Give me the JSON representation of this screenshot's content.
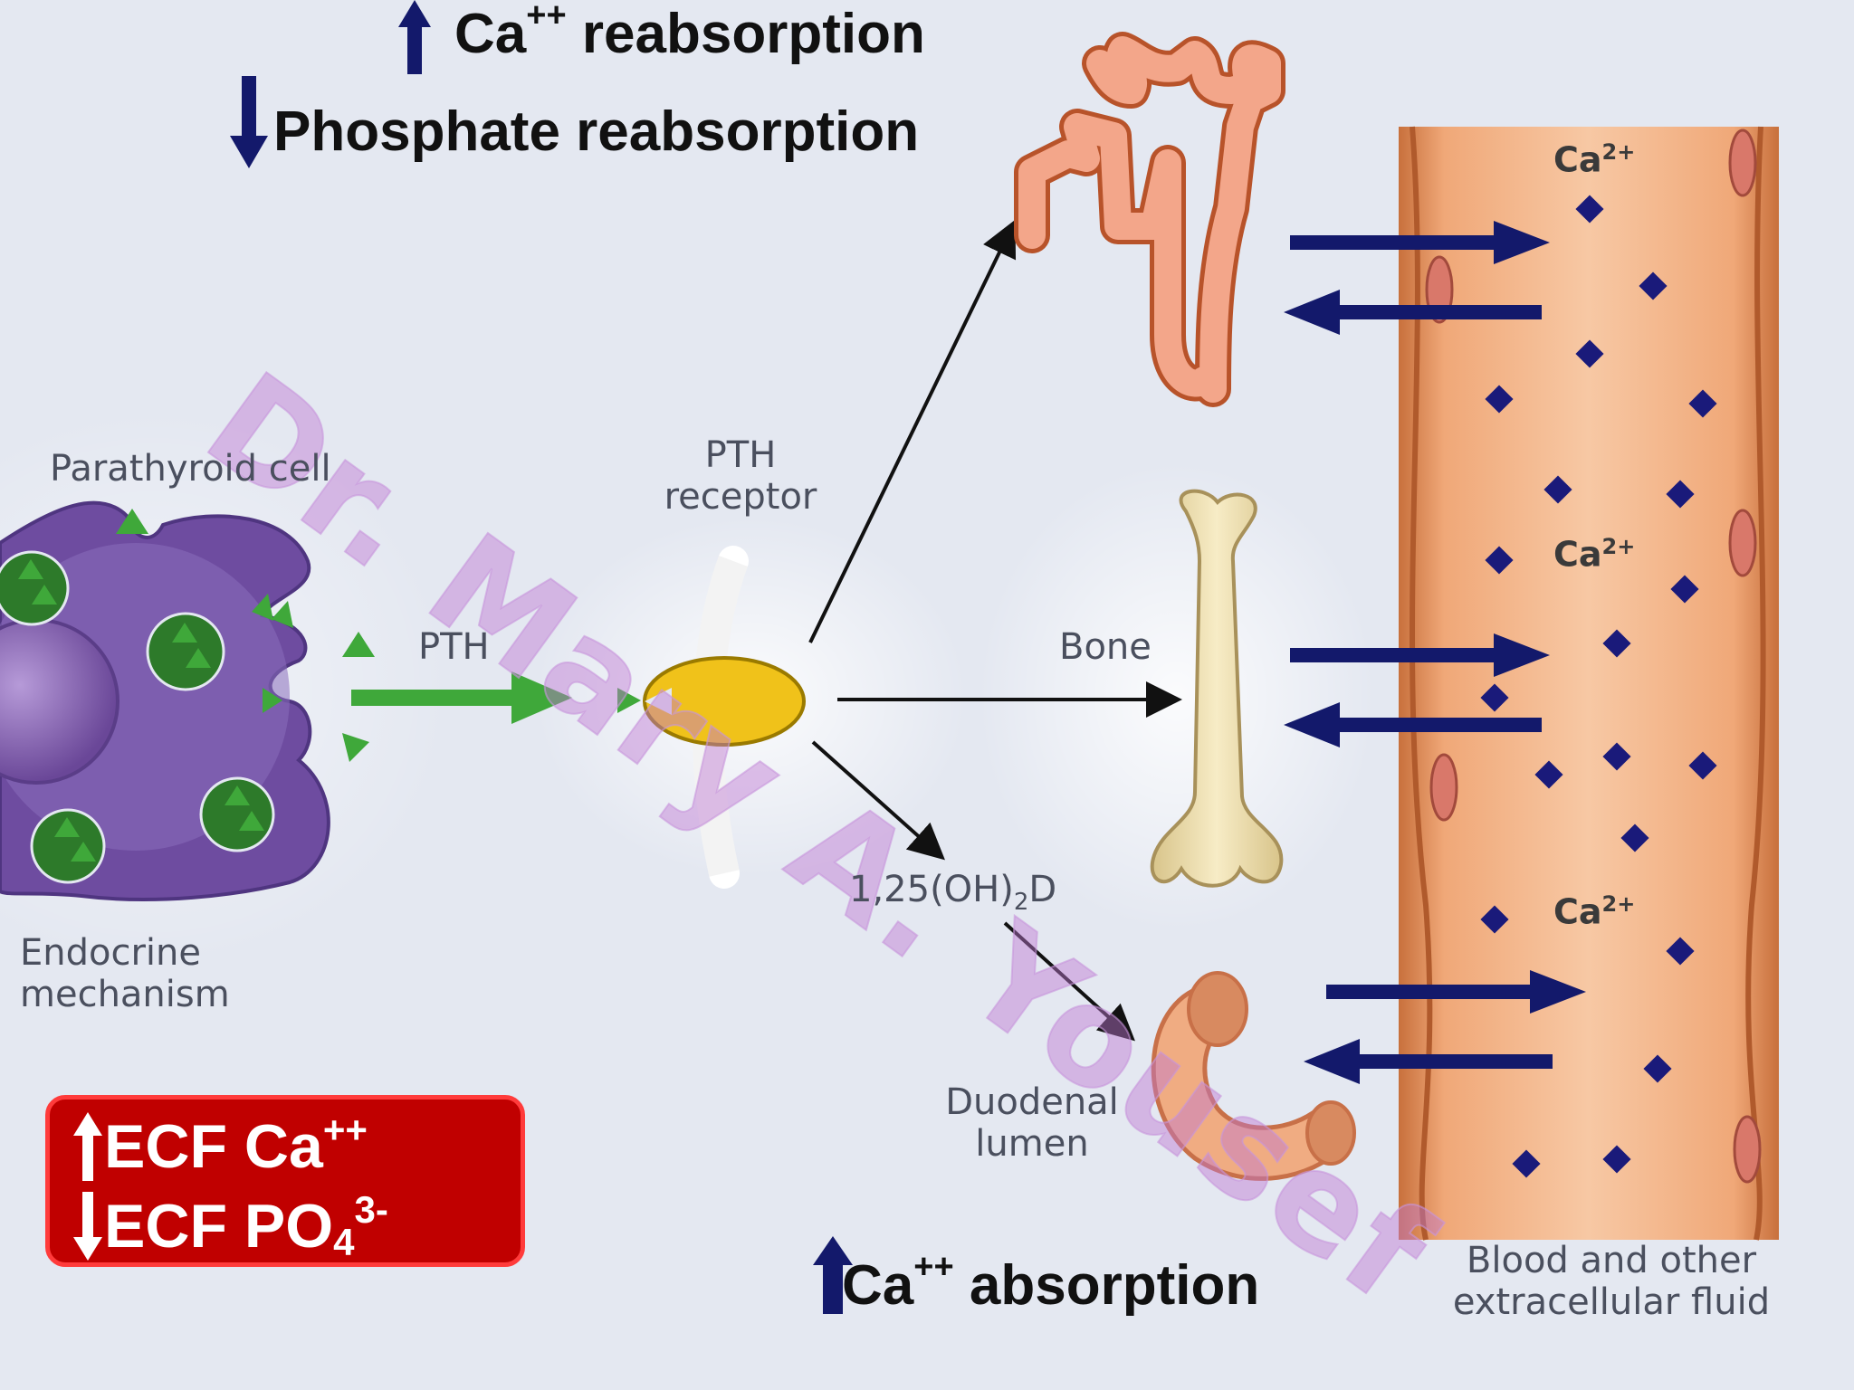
{
  "top_labels": {
    "ca_reabsorption": "Ca",
    "ca_reabsorption_sup": "++",
    "ca_reabsorption_tail": " reabsorption",
    "phosphate_reabsorption": "Phosphate reabsorption"
  },
  "diagram_labels": {
    "parathyroid_cell": "Parathyroid cell",
    "pth": "PTH",
    "pth_receptor_line1": "PTH",
    "pth_receptor_line2": "receptor",
    "bone": "Bone",
    "vitd": "1,25(OH)",
    "vitd_sub": "2",
    "vitd_tail": "D",
    "endocrine_line1": "Endocrine",
    "endocrine_line2": "mechanism",
    "duodenal_line1": "Duodenal",
    "duodenal_line2": "lumen",
    "blood_line1": "Blood and other",
    "blood_line2": "extracellular fluid",
    "ca_blood_1": "Ca",
    "ca_blood_2": "Ca",
    "ca_blood_3": "Ca",
    "ca_blood_sup": "2+"
  },
  "ecf_box": {
    "line1": "ECF Ca",
    "line1_sup": "++",
    "line2": "ECF PO",
    "line2_sub": "4",
    "line2_sup": "3-"
  },
  "bottom_label": {
    "ca": "Ca",
    "ca_sup": "++",
    "tail": " absorption"
  },
  "watermark": "Dr. Mary A. Yousef",
  "colors": {
    "background": "#e4e8f1",
    "arrow_navy": "#13196b",
    "pth_green": "#3fa83a",
    "ecf_red": "#c00000",
    "cell_purple": "#6b4c9c",
    "vessel_orange": "#e8a070",
    "bone_cream": "#f1e2b0"
  }
}
